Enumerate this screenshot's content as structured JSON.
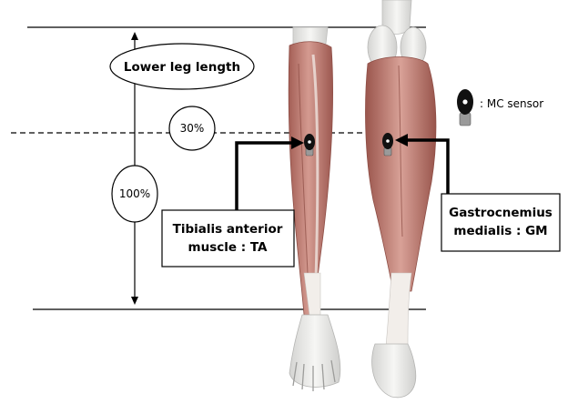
{
  "figure": {
    "length_label": "Lower leg length",
    "percent_30": "30%",
    "percent_100": "100%",
    "sensor_legend": ": MC sensor",
    "ta_label_line1": "Tibialis anterior",
    "ta_label_line2": "muscle : TA",
    "gm_label_line1": "Gastrocnemius",
    "gm_label_line2": "medialis : GM"
  },
  "colors": {
    "muscle": "#c98a80",
    "muscle_dark": "#a45f56",
    "bone": "#ededeb",
    "tendon": "#f2eeea",
    "sensor": "#111111",
    "sensor_base": "#9a9a9a",
    "line": "#000000"
  },
  "icons": {
    "sensor": "mc-sensor-icon"
  }
}
